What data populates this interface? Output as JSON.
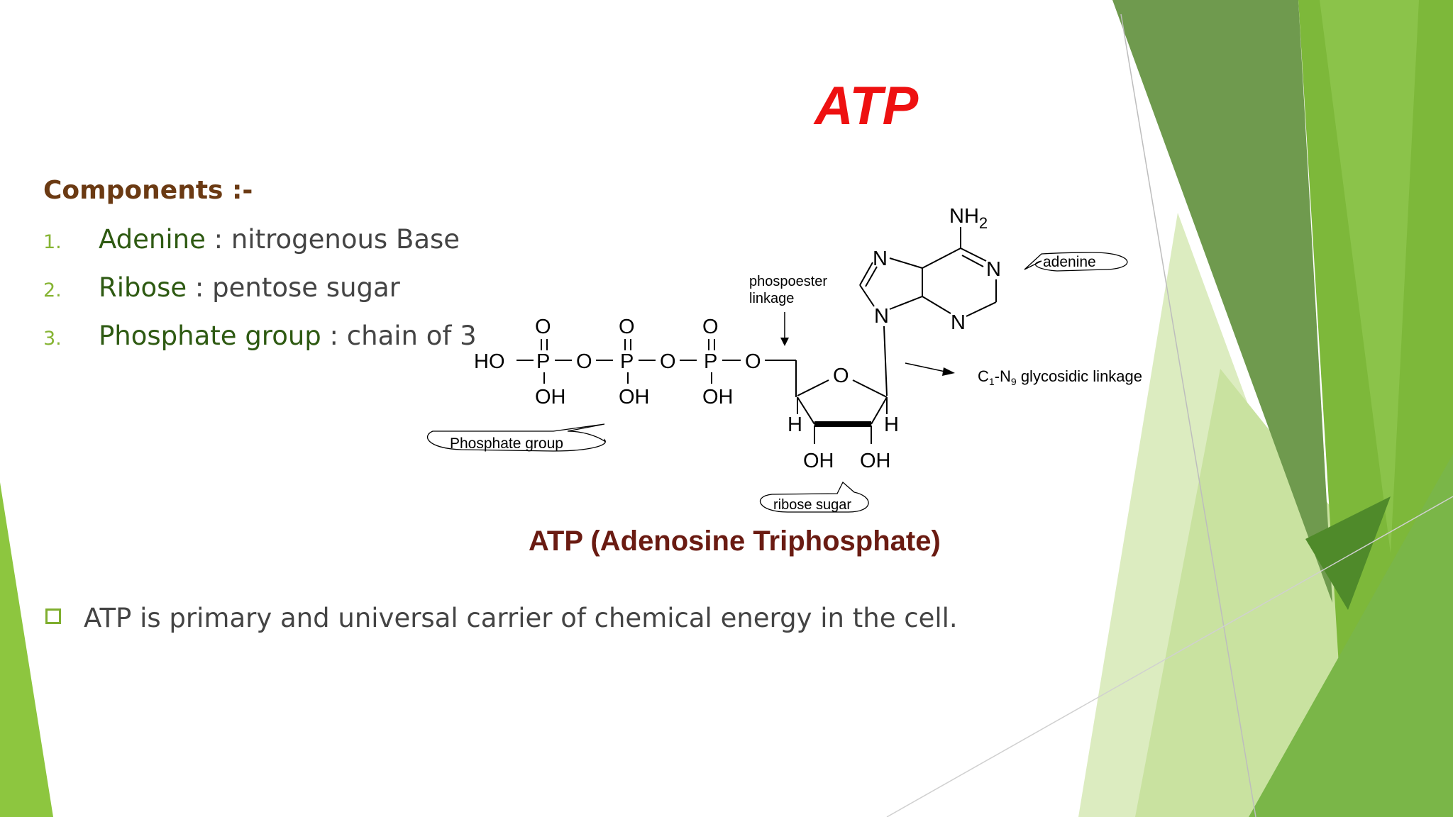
{
  "slide": {
    "title": "ATP",
    "components_heading": "Components :-",
    "components": [
      {
        "number": "1.",
        "name": "Adenine",
        "description": " : nitrogenous Base"
      },
      {
        "number": "2.",
        "name": "Ribose",
        "description": " : pentose sugar"
      },
      {
        "number": "3.",
        "name": "Phosphate group",
        "description": " : chain of 3"
      }
    ],
    "statement": "ATP is primary and universal carrier of chemical energy in the cell."
  },
  "diagram": {
    "caption": "ATP (Adenosine Triphosphate)",
    "callouts": {
      "phosphate": "Phosphate group",
      "ribose": "ribose sugar",
      "adenine": "adenine",
      "linkage_line1": "phospoester",
      "linkage_line2": "linkage"
    },
    "glycosidic": {
      "c": "C",
      "c_sub": "1",
      "mid": "-N",
      "n_sub": "9",
      "rest": " glycosidic linkage"
    },
    "atoms": {
      "O": "O",
      "P": "P",
      "HO": "HO",
      "OH": "OH",
      "H": "H",
      "N": "N",
      "NH": "NH",
      "two": "2",
      "bond": "–"
    }
  },
  "colors": {
    "title": "#ee1111",
    "heading": "#6b3a13",
    "component_name": "#2e5a12",
    "number": "#86b433",
    "caption": "#6a1b12",
    "body_text": "#444444",
    "accent_green": "#8dc63f"
  }
}
